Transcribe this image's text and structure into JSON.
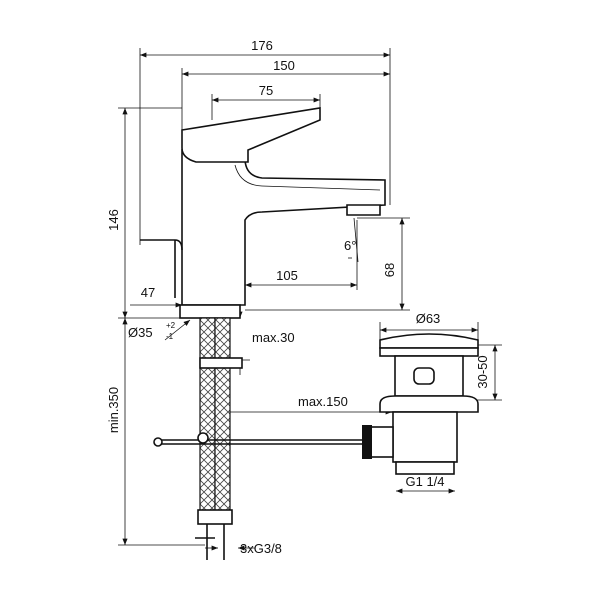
{
  "dimensions": {
    "overall_width": "176",
    "spout_width": "150",
    "lever_width": "75",
    "height": "146",
    "base_offset": "47",
    "spout_reach": "105",
    "spout_height": "68",
    "angle": "6°",
    "hole_diameter": "Ø35",
    "hole_tol_plus": "+2",
    "hole_tol_minus": "-1",
    "max_thickness": "max.30",
    "max_rod": "max.150",
    "min_hose": "min.350",
    "drain_diameter": "Ø63",
    "drain_height": "30-50",
    "drain_thread": "G1 1/4",
    "hose_thread": "3xG3/8"
  }
}
